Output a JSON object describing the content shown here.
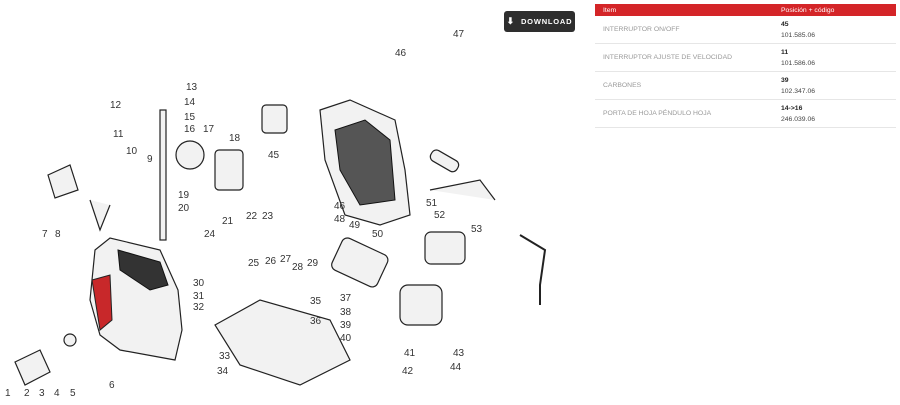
{
  "download_label": "DOWNLOAD",
  "table": {
    "headers": [
      "Item",
      "Posición + código"
    ],
    "rows": [
      {
        "item": "INTERRUPTOR ON/OFF",
        "position": "45",
        "code": "101.585.06"
      },
      {
        "item": "INTERRUPTOR AJUSTE DE VELOCIDAD",
        "position": "11",
        "code": "101.586.06"
      },
      {
        "item": "CARBONES",
        "position": "39",
        "code": "102.347.06"
      },
      {
        "item": "PORTA DE HOJA PÉNDULO HOJA",
        "position": "14->16",
        "code": "246.039.06"
      }
    ]
  },
  "diagram": {
    "callouts": [
      "1",
      "2",
      "3",
      "4",
      "5",
      "6",
      "7",
      "8",
      "9",
      "10",
      "11",
      "12",
      "13",
      "14",
      "15",
      "16",
      "17",
      "18",
      "19",
      "20",
      "21",
      "22",
      "23",
      "24",
      "25",
      "26",
      "27",
      "28",
      "29",
      "30",
      "31",
      "32",
      "33",
      "34",
      "35",
      "36",
      "37",
      "38",
      "39",
      "40",
      "41",
      "42",
      "43",
      "44",
      "45",
      "46",
      "46",
      "47",
      "48",
      "49",
      "50",
      "51",
      "52",
      "53"
    ]
  },
  "colors": {
    "accent": "#d42528",
    "button": "#2e2e2e"
  }
}
